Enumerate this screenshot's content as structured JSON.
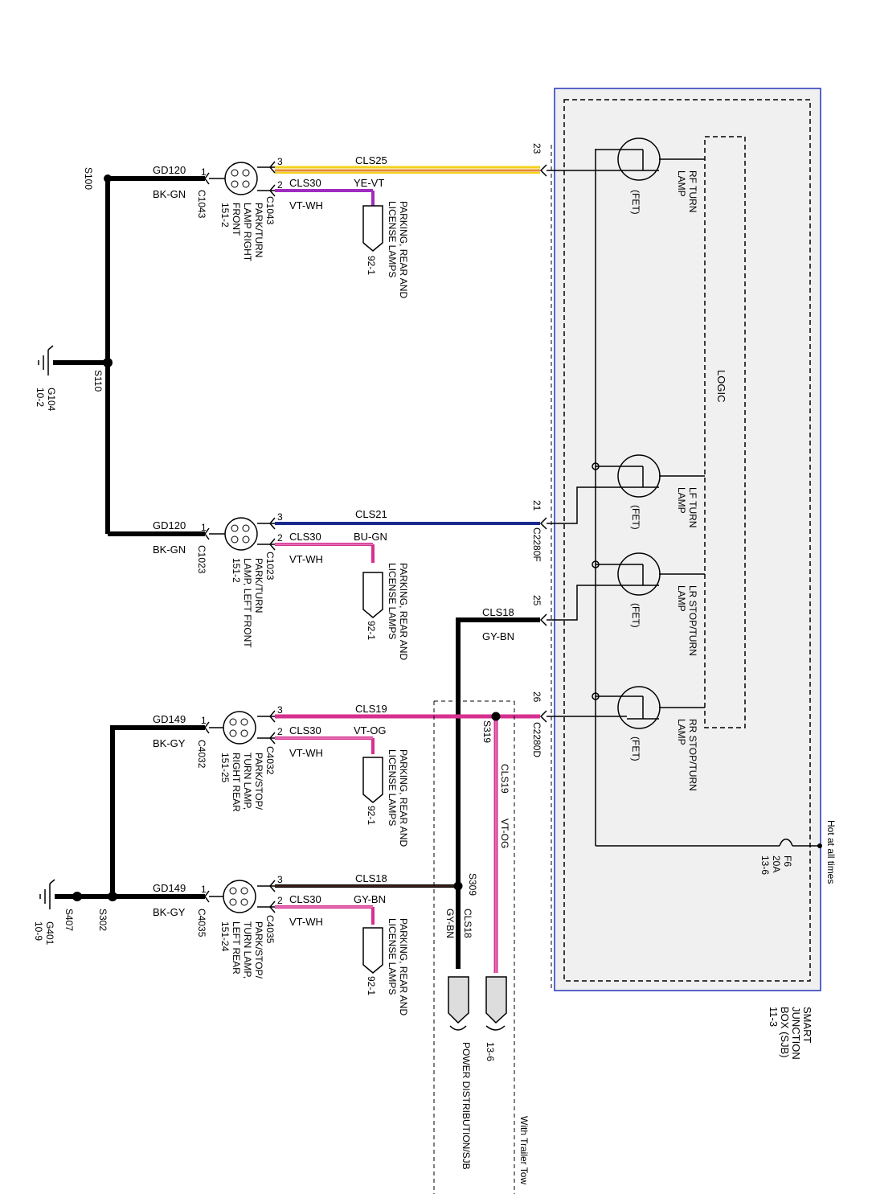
{
  "sjb": {
    "title_lines": [
      "SMART",
      "JUNCTION",
      "BOX (SJB)",
      "11-3"
    ],
    "hot_label": "Hot at all times",
    "fuse": {
      "name": "F6",
      "rating": "20A",
      "ref": "13-6"
    },
    "logic_label": "LOGIC",
    "fet_label": "(FET)",
    "outputs": [
      {
        "id": "rf",
        "label_lines": [
          "RF TURN",
          "LAMP"
        ],
        "pin": "23",
        "connector": ""
      },
      {
        "id": "lf",
        "label_lines": [
          "LF TURN",
          "LAMP"
        ],
        "pin": "21",
        "connector": "C2280F"
      },
      {
        "id": "lr",
        "label_lines": [
          "LR STOP/TURN",
          "LAMP"
        ],
        "pin": "25",
        "connector": ""
      },
      {
        "id": "rr",
        "label_lines": [
          "RR STOP/TURN",
          "LAMP"
        ],
        "pin": "26",
        "connector": "C2280D"
      }
    ]
  },
  "circuits": [
    {
      "id": "rf",
      "signal": "CLS25",
      "signal_color": "",
      "park_circuit": "CLS30",
      "park_color": "YE-VT",
      "park_wire_color": "VT-WH",
      "ground_circuit": "GD120",
      "ground_color": "BK-GN",
      "connector": "C1043",
      "lamp_lines": [
        "PARK/TURN",
        "LAMP RIGHT",
        "FRONT",
        "151-2"
      ]
    },
    {
      "id": "lf",
      "signal": "CLS21",
      "signal_color": "",
      "park_circuit": "CLS30",
      "park_color": "BU-GN",
      "park_wire_color": "VT-WH",
      "ground_circuit": "GD120",
      "ground_color": "BK-GN",
      "connector": "C1023",
      "lamp_lines": [
        "PARK/TURN",
        "LAMP, LEFT FRONT",
        "151-2"
      ]
    },
    {
      "id": "rr",
      "signal": "CLS19",
      "signal_color": "",
      "park_circuit": "CLS30",
      "park_color": "VT-OG",
      "park_wire_color": "VT-WH",
      "ground_circuit": "GD149",
      "ground_color": "BK-GY",
      "connector": "C4032",
      "lamp_lines": [
        "PARK/STOP/",
        "TURN LAMP,",
        "RIGHT REAR",
        "151-25"
      ]
    },
    {
      "id": "lr",
      "signal": "CLS18",
      "signal_color": "",
      "park_circuit": "CLS30",
      "park_color": "GY-BN",
      "park_wire_color": "VT-WH",
      "ground_circuit": "GD149",
      "ground_color": "BK-GY",
      "connector": "C4035",
      "lamp_lines": [
        "PARK/STOP/",
        "TURN LAMP,",
        "LEFT REAR",
        "151-24"
      ]
    }
  ],
  "pins": {
    "one": "1",
    "two": "2",
    "three": "3"
  },
  "parking_ref": {
    "lines": [
      "PARKING, REAR AND",
      "LICENSE LAMPS"
    ],
    "ref": "92-1"
  },
  "cls18_feed": {
    "circuit": "CLS18",
    "color": "GY-BN"
  },
  "splices": {
    "s100": "S100",
    "s110": "S110",
    "s302": "S302",
    "s407": "S407",
    "s309": "S309",
    "s319": "S319"
  },
  "grounds": {
    "g104": {
      "name": "G104",
      "ref": "10-2"
    },
    "g401": {
      "name": "G401",
      "ref": "10-9"
    }
  },
  "trailer": {
    "label": "With Trailer Tow",
    "cls19": {
      "circuit": "CLS19",
      "color": "VT-OG"
    },
    "cls18": {
      "circuit": "CLS18",
      "color": "GY-BN"
    },
    "ref": "13-6",
    "power_dist": "POWER DISTRIBUTION/SJB"
  },
  "colors": {
    "black": "#000000",
    "yellow": "#f2d21b",
    "orange": "#e98b2a",
    "blue": "#1a2a8c",
    "magenta": "#d6308f",
    "violet": "#a02cbf",
    "pink": "#e85bb0",
    "sjb_border": "#2233bb",
    "sjb_fill": "#f0f0f0"
  }
}
